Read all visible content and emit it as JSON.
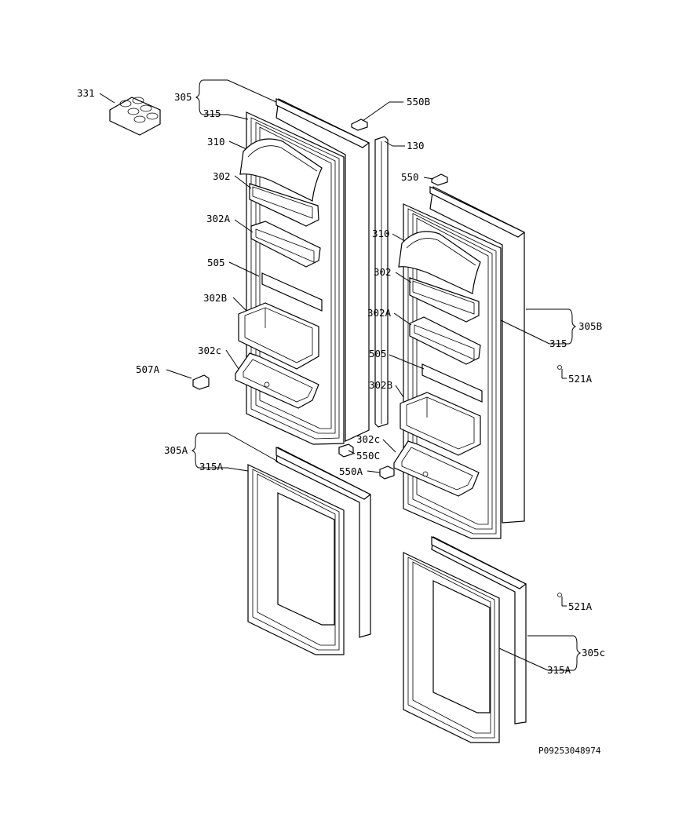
{
  "diagram": {
    "code": "P09253048974",
    "labels": {
      "l331": "331",
      "l305": "305",
      "l315": "315",
      "l310": "310",
      "l302": "302",
      "l302a": "302A",
      "l505": "505",
      "l302b": "302B",
      "l302c": "302c",
      "l507a": "507A",
      "l550b": "550B",
      "l130": "130",
      "l550": "550",
      "r310": "310",
      "r302": "302",
      "r302a": "302A",
      "r505": "505",
      "r302b": "302B",
      "r302c": "302c",
      "l550c": "550C",
      "l550a": "550A",
      "l305b": "305B",
      "r315": "315",
      "l521a_top": "521A",
      "l305a": "305A",
      "l315a": "315A",
      "l521a_bot": "521A",
      "l305c": "305c",
      "r315a": "315A"
    }
  }
}
